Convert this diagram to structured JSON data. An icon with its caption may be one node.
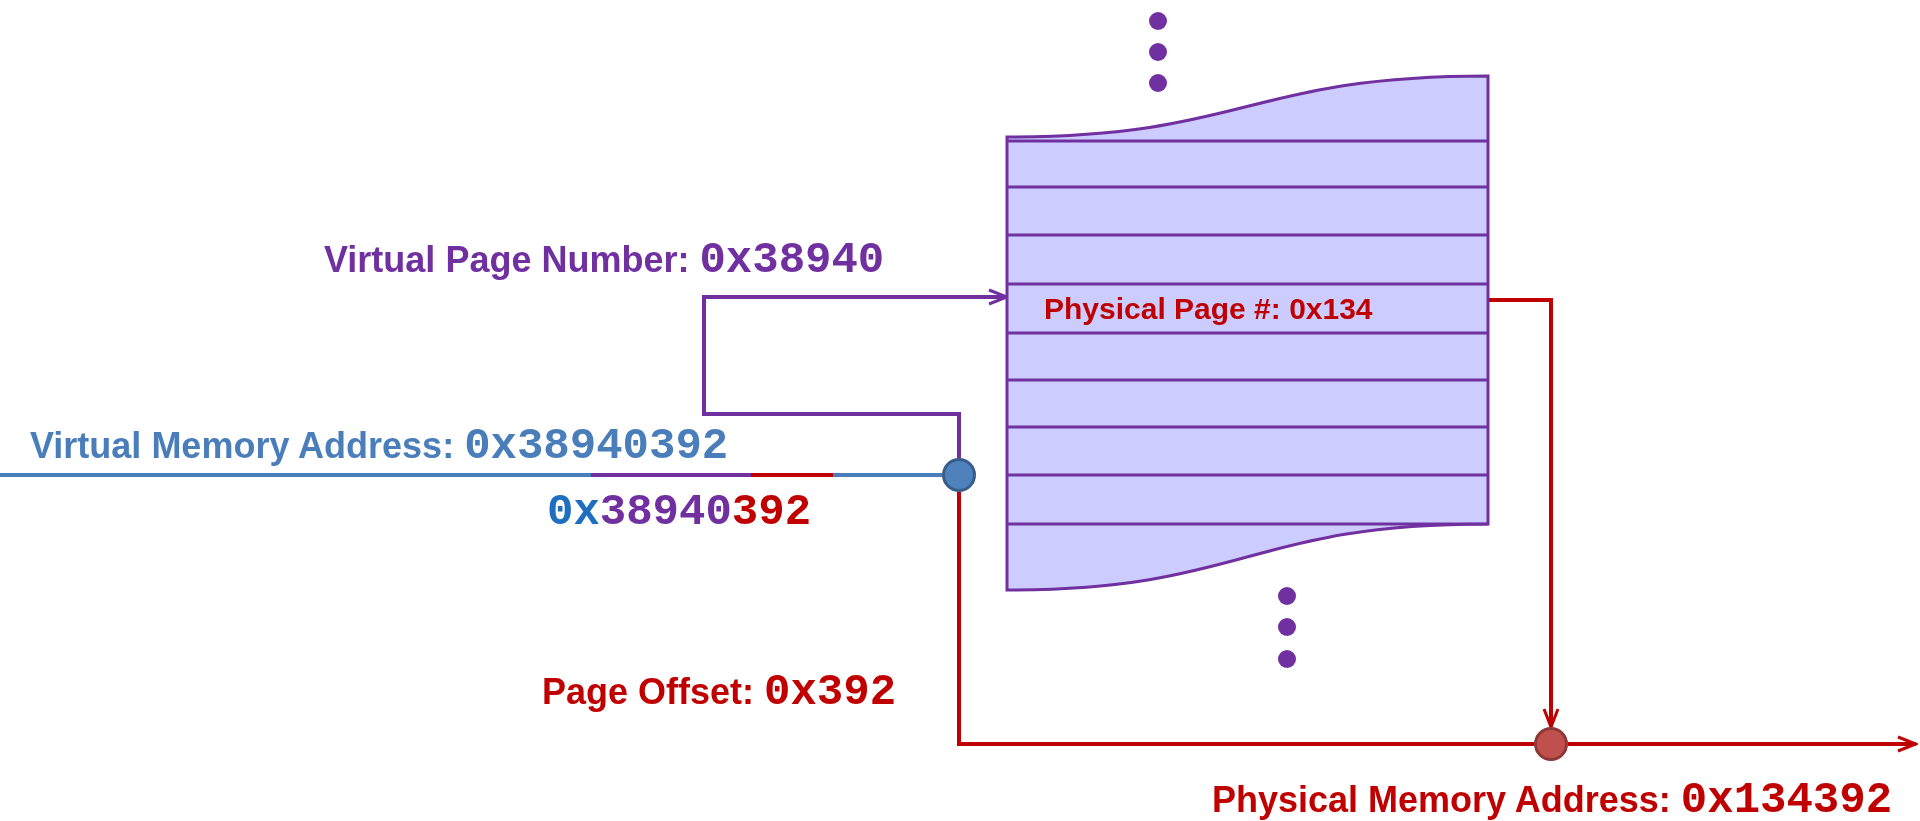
{
  "diagram": {
    "nodes": [
      {
        "text": [],
        "shape": "circle"
      },
      {
        "text": [],
        "shape": "table"
      },
      {
        "text": [
          "Physical Page #: 0x134"
        ],
        "in": 1
      },
      {
        "text": [],
        "shape": "circle"
      }
    ],
    "edges": [
      {
        "from": null,
        "to": 0,
        "arrow": "none",
        "label": "Virtual Memory Address: 0x38940392",
        "color": "#4a7ebb"
      },
      {
        "from": 0,
        "to": 2,
        "arrow": "to",
        "label": "Virtual Page Number: 0x38940",
        "color": "#7030a0"
      },
      {
        "from": 0,
        "to": 3,
        "arrow": "none",
        "label": "Page Offset: 0x392",
        "color": "#c00000"
      },
      {
        "from": 2,
        "to": 3,
        "arrow": "to",
        "color": "#c00000"
      },
      {
        "from": 3,
        "to": null,
        "arrow": "to",
        "label": "Physical Memory Address: 0x134392",
        "color": "#c00000"
      }
    ],
    "labels": [
      "0x",
      "38940",
      "392"
    ]
  }
}
